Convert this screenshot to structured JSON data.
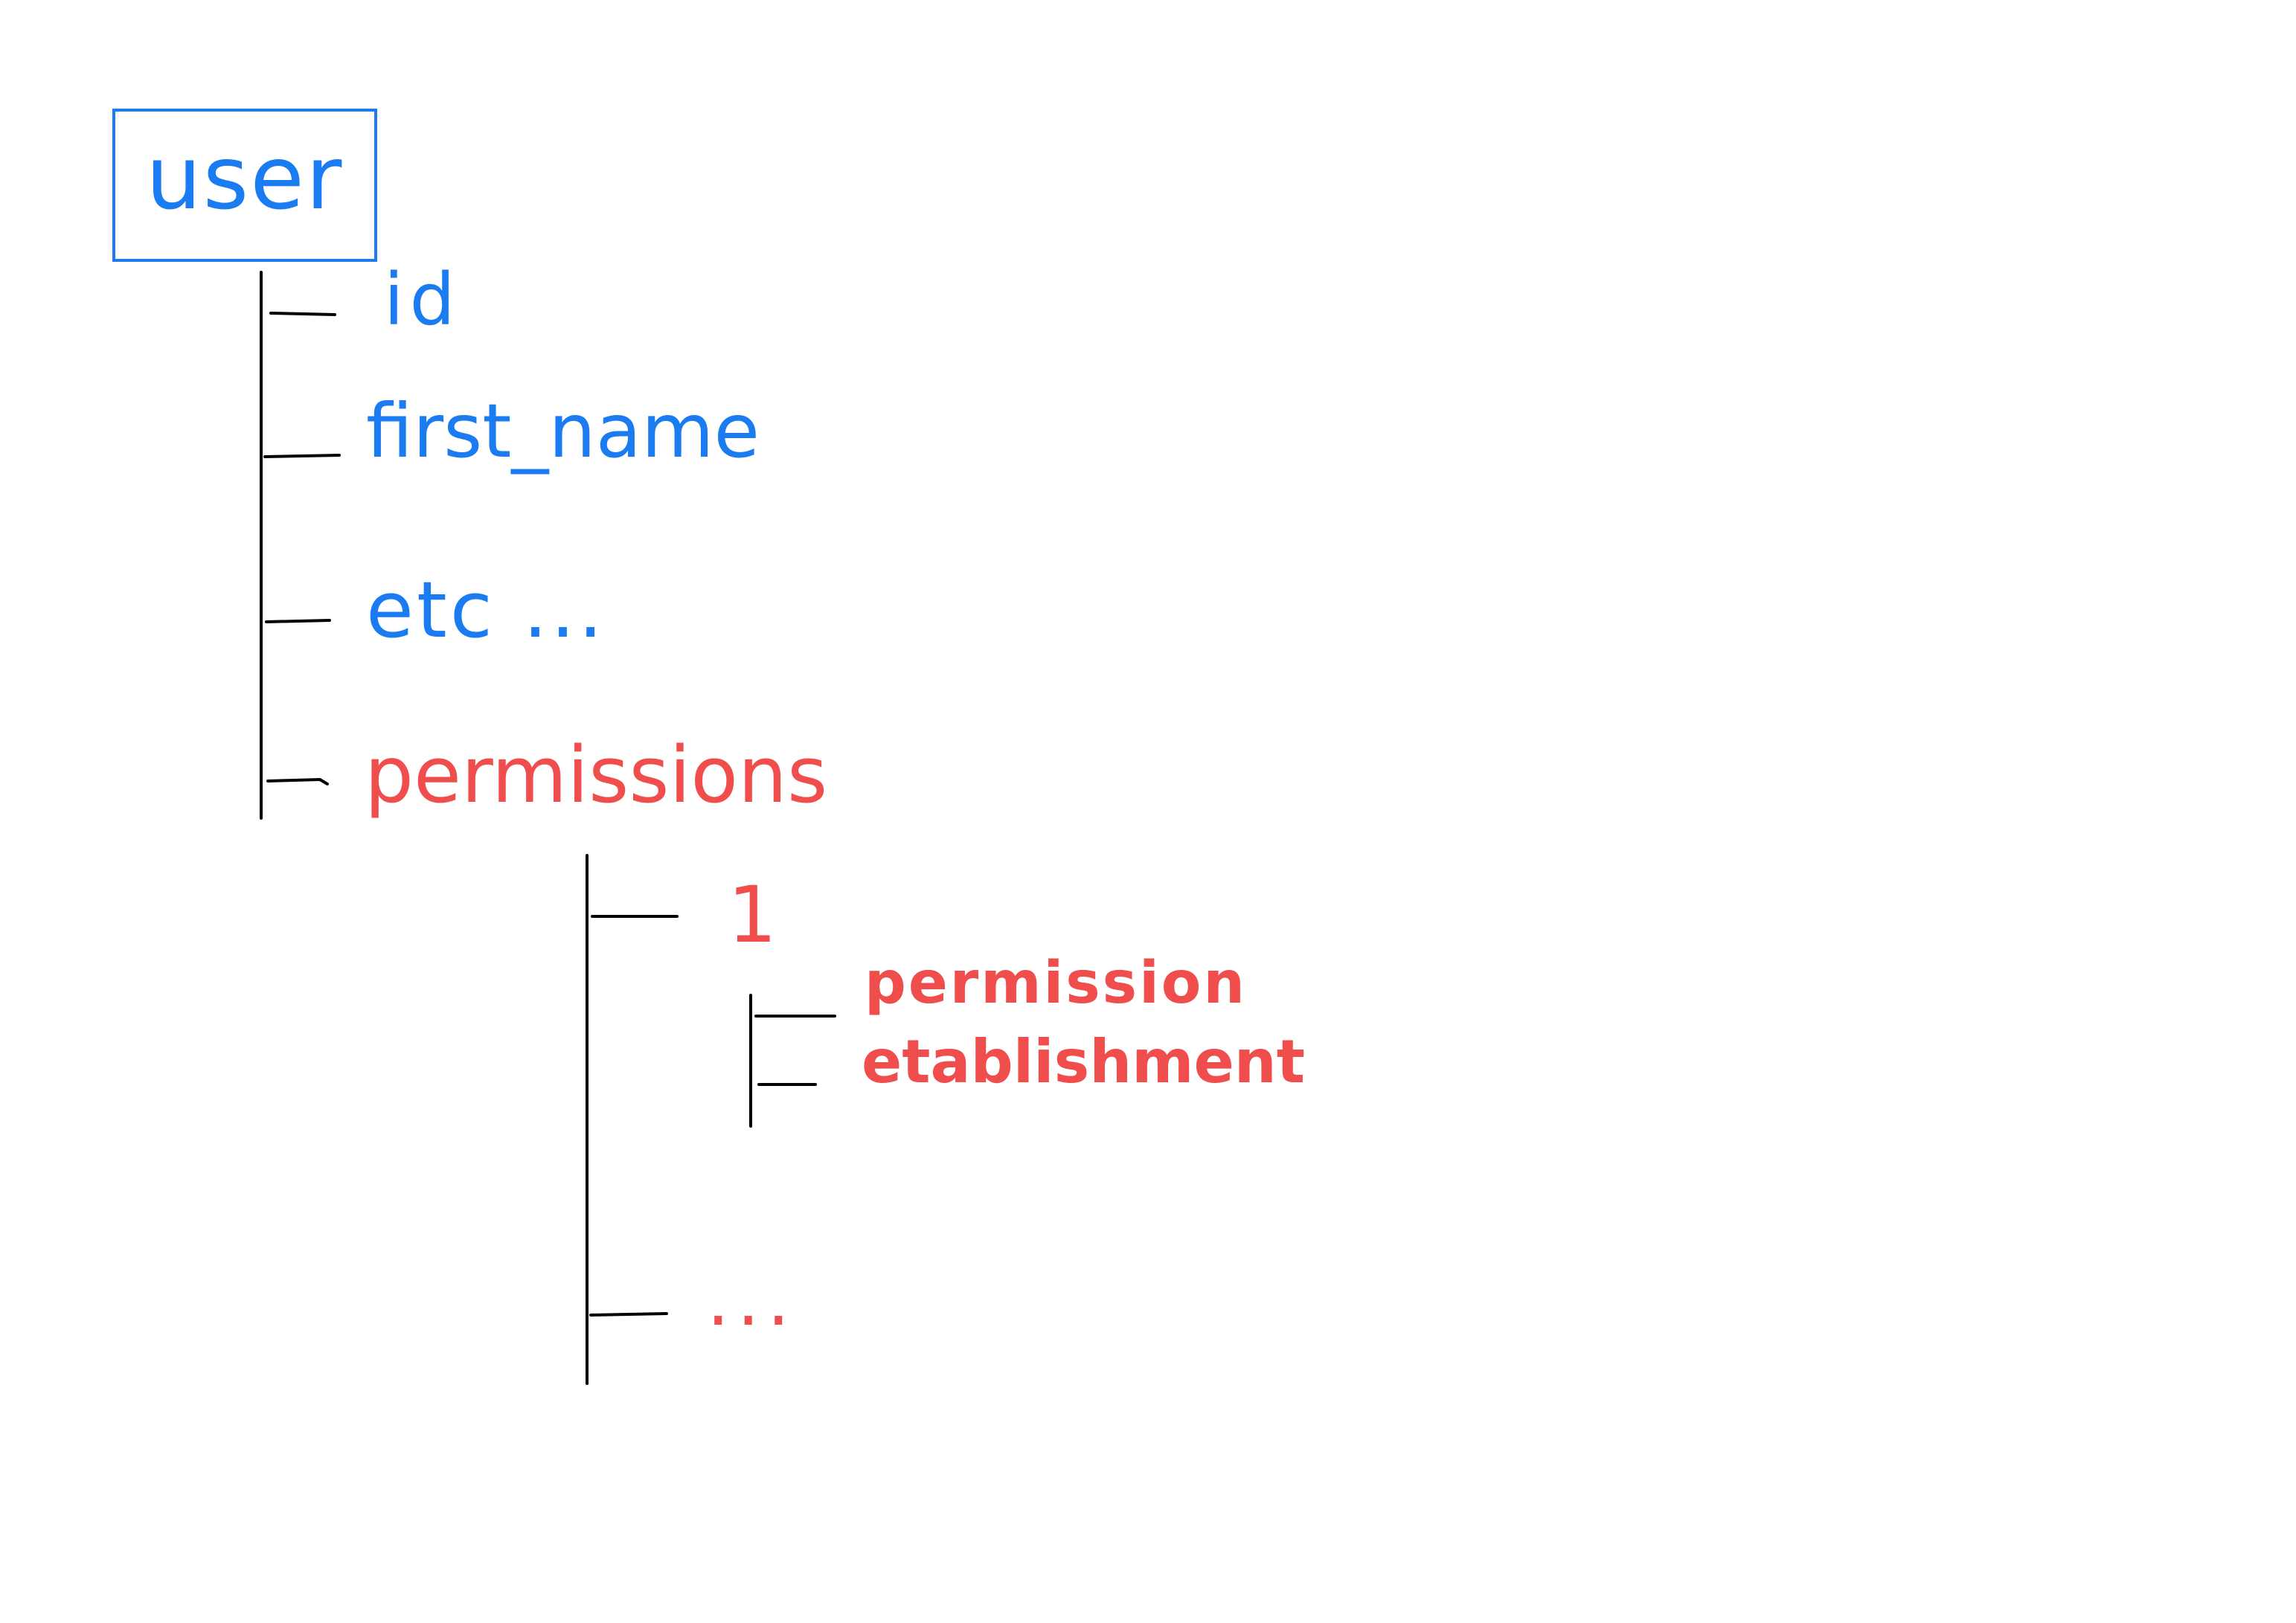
{
  "diagram": {
    "root": {
      "label": "user",
      "color": "#1a7cf0"
    },
    "fields": [
      {
        "label": "id",
        "color": "#1a7cf0"
      },
      {
        "label": "first_name",
        "color": "#1a7cf0"
      },
      {
        "label": "etc ...",
        "color": "#1a7cf0"
      },
      {
        "label": "permissions",
        "color": "#f04d4d"
      }
    ],
    "permissions_children": [
      {
        "label": "1",
        "color": "#f04d4d",
        "children": [
          {
            "label": "permission",
            "color": "#f04d4d"
          },
          {
            "label": "etablishment",
            "color": "#f04d4d"
          }
        ]
      },
      {
        "label": "...",
        "color": "#f04d4d"
      }
    ],
    "line_color": "#000000"
  }
}
